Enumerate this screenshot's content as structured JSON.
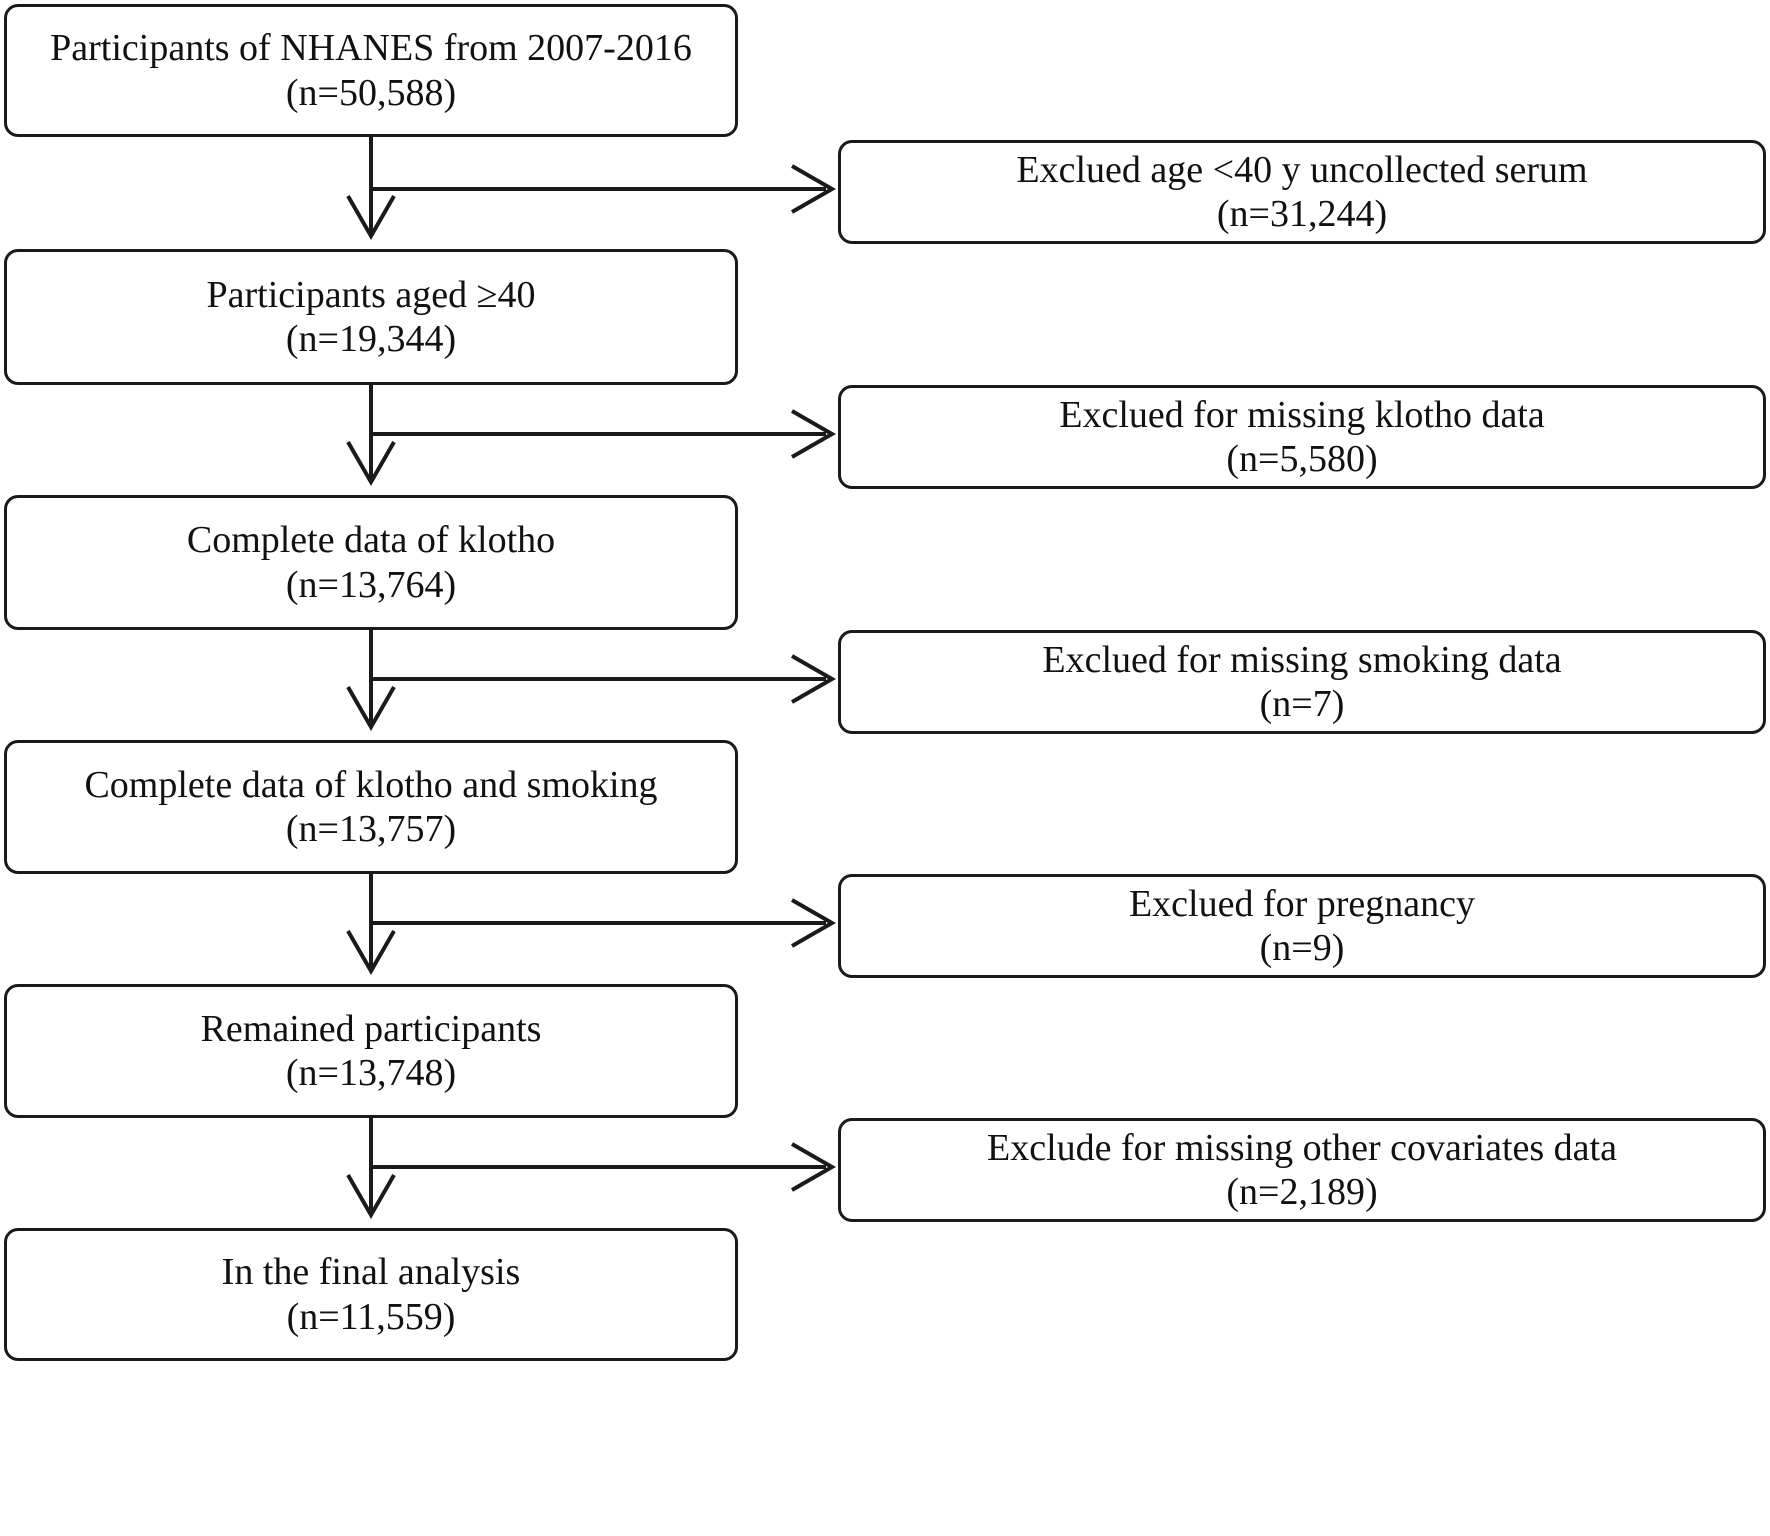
{
  "figure": {
    "type": "flowchart",
    "orientation": "vertical-with-right-exclusions",
    "colors": {
      "stroke": "#1a1a1a",
      "text": "#111111",
      "background": "#ffffff"
    }
  },
  "main_boxes": [
    {
      "id": "enrolled",
      "line1": "Participants of NHANES from 2007-2016",
      "line2": "(n=50,588)",
      "n": 50588
    },
    {
      "id": "aged40",
      "line1": "Participants aged ≥40",
      "line2": "(n=19,344)",
      "n": 19344
    },
    {
      "id": "klotho",
      "line1": "Complete data of klotho",
      "line2": "(n=13,764)",
      "n": 13764
    },
    {
      "id": "klotho-smoking",
      "line1": "Complete data of klotho and smoking",
      "line2": "(n=13,757)",
      "n": 13757
    },
    {
      "id": "remained",
      "line1": "Remained participants",
      "line2": "(n=13,748)",
      "n": 13748
    },
    {
      "id": "final",
      "line1": "In the final analysis",
      "line2": "(n=11,559)",
      "n": 11559
    }
  ],
  "exclusion_boxes": [
    {
      "id": "excl-age",
      "line1": "Exclued age <40 y uncollected serum",
      "line2": "(n=31,244)",
      "n": 31244
    },
    {
      "id": "excl-klotho",
      "line1": "Exclued for missing klotho data",
      "line2": "(n=5,580)",
      "n": 5580
    },
    {
      "id": "excl-smoking",
      "line1": "Exclued for missing smoking data",
      "line2": "(n=7)",
      "n": 7
    },
    {
      "id": "excl-pregnancy",
      "line1": "Exclued for pregnancy",
      "line2": "(n=9)",
      "n": 9
    },
    {
      "id": "excl-covariates",
      "line1": "Exclude for missing other covariates data",
      "line2": "(n=2,189)",
      "n": 2189
    }
  ]
}
